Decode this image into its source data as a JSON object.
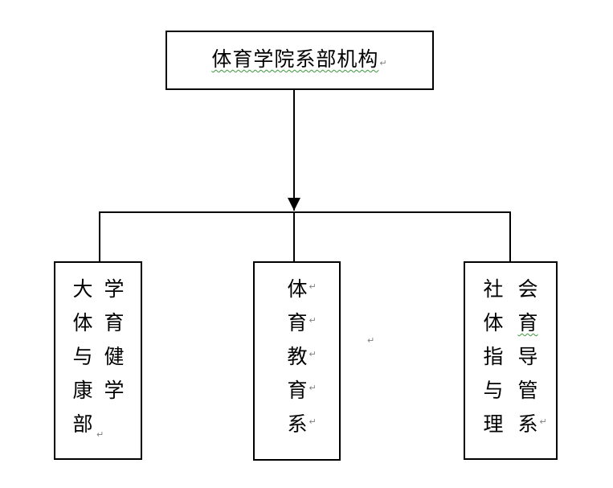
{
  "root": {
    "title": "体育学院系部机构",
    "mark": "↵"
  },
  "departments": [
    {
      "id": "left",
      "col1": [
        "大",
        "体",
        "与",
        "康",
        "部"
      ],
      "col2": [
        "学",
        "育",
        "健",
        "学"
      ],
      "end_mark": "↵"
    },
    {
      "id": "middle",
      "col1": [
        "体",
        "育",
        "教",
        "育",
        "系"
      ],
      "marks": [
        "↵",
        "↵",
        "↵",
        "↵",
        "↵"
      ]
    },
    {
      "id": "right",
      "col1": [
        "社",
        "体",
        "指",
        "与",
        "理"
      ],
      "col2": [
        "会",
        "育",
        "导",
        "管",
        "系"
      ],
      "end_mark": "↵"
    }
  ],
  "stray_mark": "↵",
  "colors": {
    "line": "#000000",
    "spellcheck_underline": "#3a9a3a",
    "paragraph_mark": "#808080"
  }
}
